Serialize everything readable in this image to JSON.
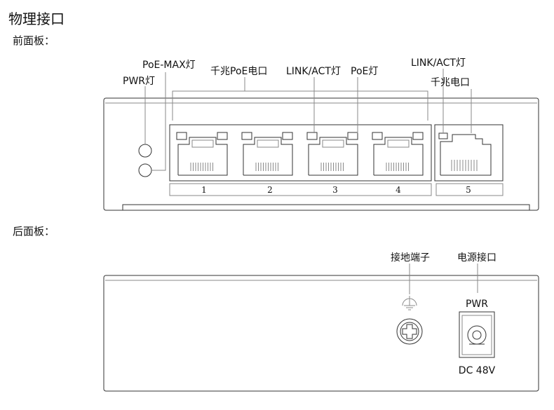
{
  "title": "物理接口",
  "front_panel": {
    "heading": "前面板：",
    "labels": {
      "pwr_led": "PWR灯",
      "poe_max_led": "PoE-MAX灯",
      "gigabit_poe_ports": "千兆PoE电口",
      "link_act_led": "LINK/ACT灯",
      "poe_led": "PoE灯",
      "link_act_led_2": "LINK/ACT灯",
      "gigabit_port": "千兆电口"
    },
    "port_numbers": [
      "1",
      "2",
      "3",
      "4",
      "5"
    ]
  },
  "rear_panel": {
    "heading": "后面板：",
    "labels": {
      "ground_terminal": "接地端子",
      "power_port": "电源接口",
      "pwr": "PWR",
      "voltage": "DC 48V"
    }
  }
}
